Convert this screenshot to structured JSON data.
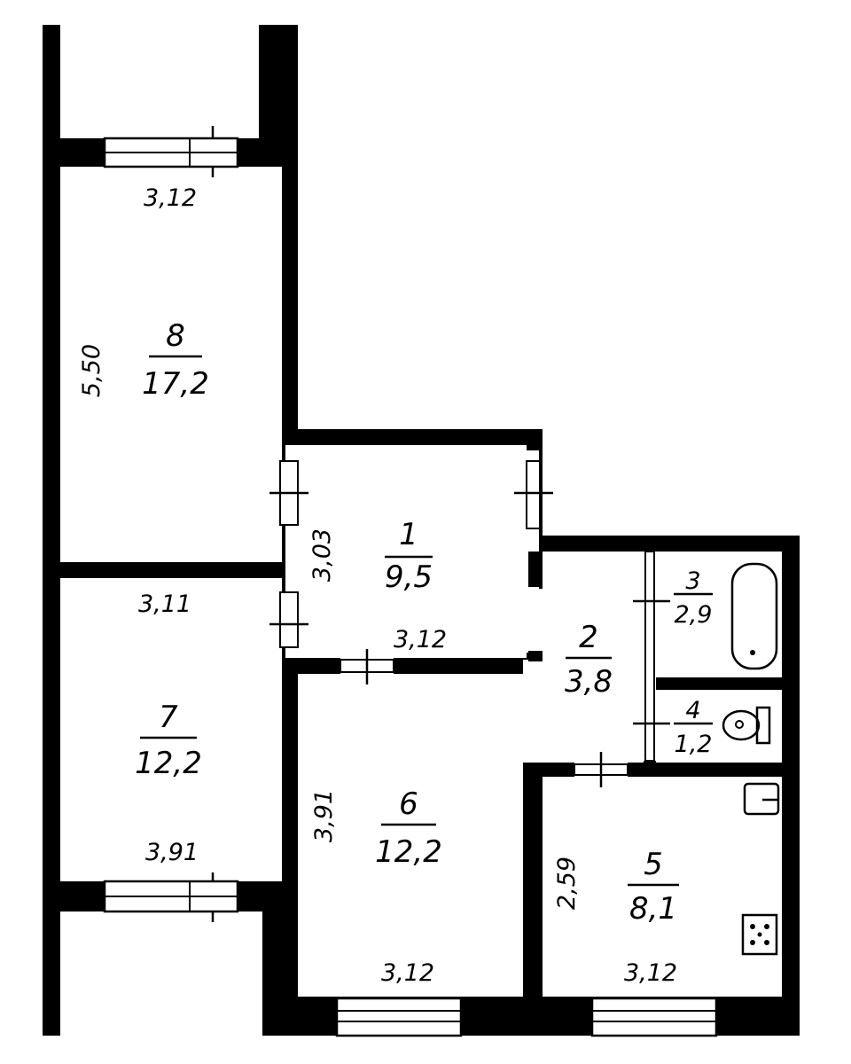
{
  "rooms": {
    "r1": {
      "number": "1",
      "area": "9,5"
    },
    "r2": {
      "number": "2",
      "area": "3,8"
    },
    "r3": {
      "number": "3",
      "area": "2,9"
    },
    "r4": {
      "number": "4",
      "area": "1,2"
    },
    "r5": {
      "number": "5",
      "area": "8,1"
    },
    "r6": {
      "number": "6",
      "area": "12,2"
    },
    "r7": {
      "number": "7",
      "area": "12,2"
    },
    "r8": {
      "number": "8",
      "area": "17,2"
    }
  },
  "dimensions": {
    "r8_width": "3,12",
    "r8_length": "5,50",
    "r7_width_top": "3,11",
    "r7_width_bottom": "3,91",
    "r1_length": "3,03",
    "r1_width": "3,12",
    "r6_length": "3,91",
    "r6_width": "3,12",
    "r5_length": "2,59",
    "r5_width": "3,12"
  },
  "icons": [
    "bathtub-icon",
    "toilet-icon",
    "sink-icon",
    "stove-icon"
  ]
}
